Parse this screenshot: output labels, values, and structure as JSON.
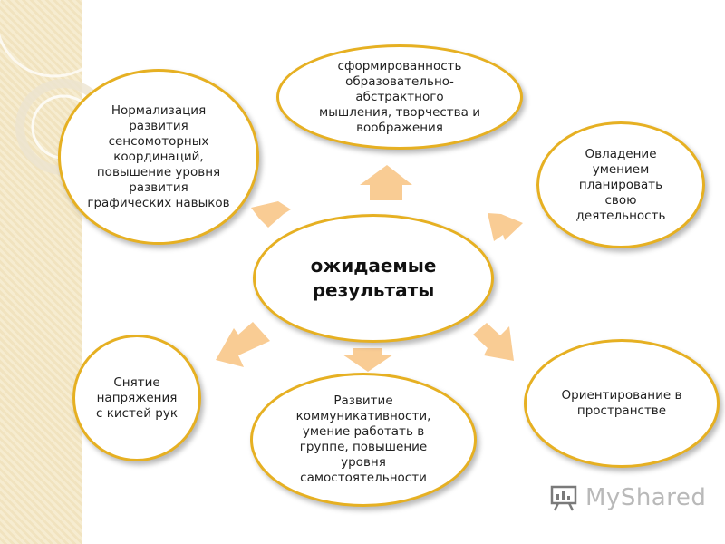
{
  "center": {
    "label": "ожидаемые результаты"
  },
  "nodes": {
    "top": "сформированность образовательно-абстрактного мышления, творчества и воображения",
    "top_left": "Нормализация развития сенсомоторных координаций, повышение уровня развития графических навыков",
    "right": "Овладение умением планировать свою деятельность",
    "bottom_right": "Ориентирование в пространстве",
    "bottom": "Развитие коммуникативности, умение работать в группе, повышение уровня самостоятельности",
    "left": "Снятие напряжения с кистей рук"
  },
  "watermark": {
    "text": "MyShared",
    "icon": "presentation-board-icon"
  },
  "colors": {
    "border": "#e6b022",
    "arrow": "#f9cc94",
    "stripe": "#f6ecd0"
  }
}
